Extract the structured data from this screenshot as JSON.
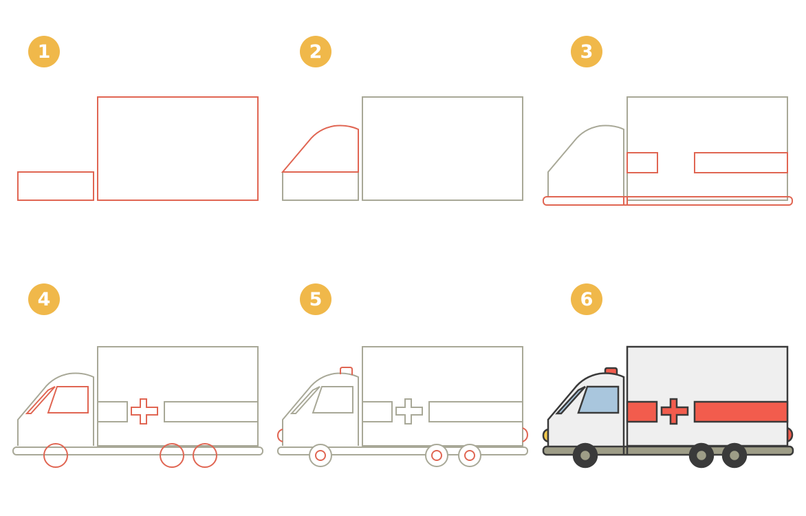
{
  "steps": [
    {
      "number": "1"
    },
    {
      "number": "2"
    },
    {
      "number": "3"
    },
    {
      "number": "4"
    },
    {
      "number": "5"
    },
    {
      "number": "6"
    }
  ],
  "colors": {
    "badge": "#F0B84A",
    "new_line": "#E06552",
    "old_line": "#A8A897",
    "outline_final": "#3A3A3A",
    "body_fill": "#EFEFEF",
    "red_stripe": "#F25C4D",
    "window_fill": "#A9C6DD",
    "bumper_fill": "#9E9D87",
    "tire_fill": "#3A3A3A",
    "hub_fill": "#9E9D87",
    "headlight_fill": "#F2C94C"
  }
}
